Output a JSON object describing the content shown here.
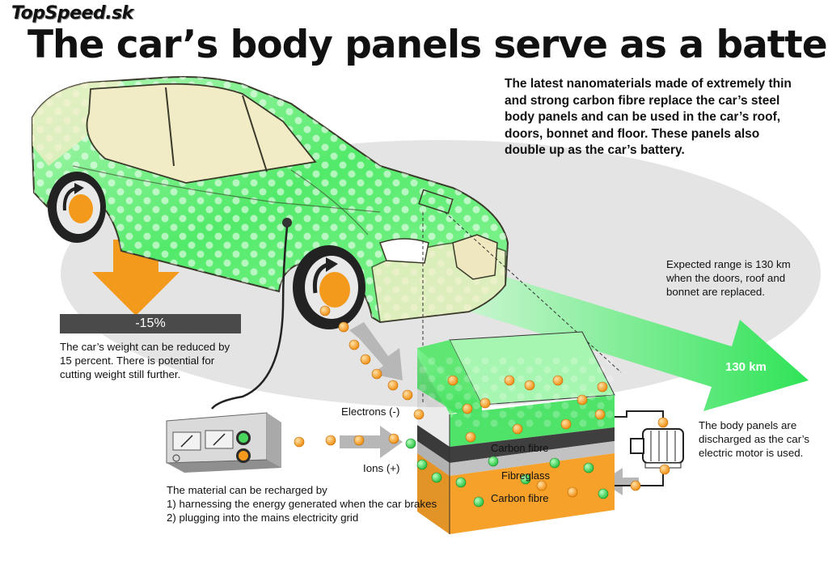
{
  "logo": "TopSpeed.sk",
  "title": "The car’s body panels serve as a battery",
  "intro": "The latest nanomaterials made of extremely thin and strong carbon fibre replace the car’s steel body panels and can be used in the car’s roof, doors, bonnet and floor. These panels also double up as the car’s battery.",
  "weight": {
    "badge": "-15%",
    "text": "The car’s weight can be reduced by 15 percent. There is potential for cutting weight still further."
  },
  "range": {
    "text": "Expected range is 130 km when the doors, roof and bonnet are replaced.",
    "label": "130 km"
  },
  "discharge_text": "The body panels are discharged as the car’s electric motor is used.",
  "recharge": {
    "heading": "The material can be recharged by",
    "items": [
      "1) harnessing the energy generated when the car brakes",
      "2) plugging into the mains electricity grid"
    ]
  },
  "labels": {
    "electrons": "Electrons (-)",
    "ions": "Ions (+)"
  },
  "layers": {
    "top": "Carbon fibre",
    "middle": "Fibreglass",
    "bottom": "Carbon fibre"
  },
  "colors": {
    "panel_green": "#3ee05a",
    "arrow_orange": "#f39a1c",
    "range_green": "#33e05a",
    "badge_gray": "#4a4a4a"
  }
}
